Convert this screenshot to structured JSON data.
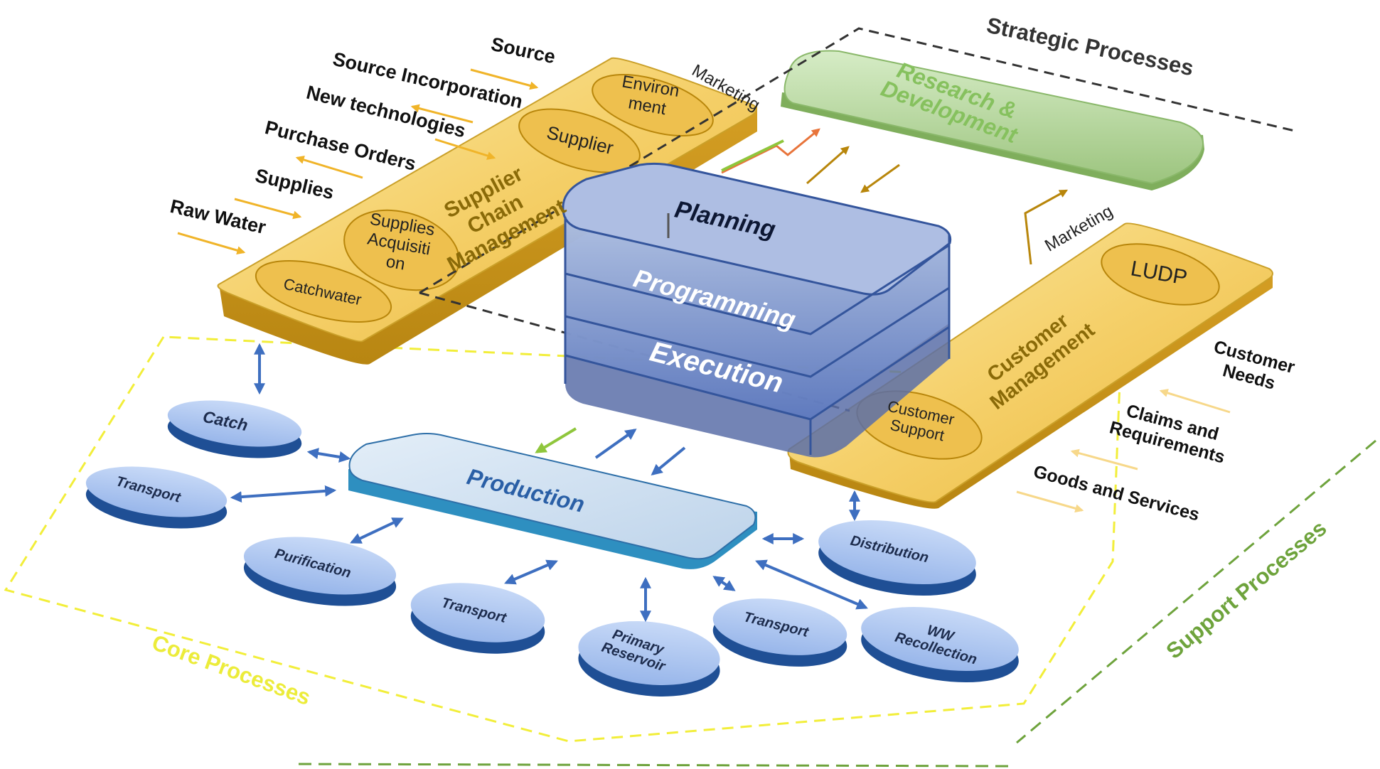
{
  "supplier": {
    "title": "Supplier Chain Management",
    "title_lines": [
      "Supplier",
      "Chain",
      "Management"
    ],
    "ellipses": {
      "environment": [
        "Environ",
        "ment"
      ],
      "supplier": "Supplier",
      "supplies_acquisition": [
        "Supplies",
        "Acquisiti",
        "on"
      ],
      "catchwater": "Catchwater"
    },
    "inputs": [
      "Source",
      "Source Incorporation",
      "New technologies",
      "Purchase Orders",
      "Supplies",
      "Raw Water"
    ]
  },
  "strategic": {
    "title": "Strategic Processes",
    "rd_lines": [
      "Research &",
      "Development"
    ],
    "marketing_top": "Marketing",
    "marketing_right": "Marketing"
  },
  "center": {
    "layers": [
      "Planning",
      "Programming",
      "Execution"
    ]
  },
  "customer": {
    "title_lines": [
      "Customer",
      "Management"
    ],
    "ludp": "LUDP",
    "support_lines": [
      "Customer",
      "Support"
    ],
    "inputs": {
      "needs": [
        "Customer",
        "Needs"
      ],
      "claims": [
        "Claims and",
        "Requirements"
      ],
      "goods": "Goods and Services"
    }
  },
  "production": "Production",
  "nodes": {
    "catch": "Catch",
    "transport_left": "Transport",
    "purification": "Purification",
    "transport_mid": "Transport",
    "primary_reservoir": [
      "Primary",
      "Reservoir"
    ],
    "transport_right": "Transport",
    "ww_recollection": [
      "WW",
      "Recollection"
    ],
    "distribution": "Distribution"
  },
  "labels": {
    "core": "Core Processes",
    "support": "Support Processes"
  },
  "colors": {
    "core_border": "#f2ee3a",
    "support_border": "#6ea33c",
    "strategic_border": "#333333",
    "gold_panel": "#f5d368",
    "gold_ellipse": "#eec04e",
    "rd_green": "#9cc47e",
    "node_blue": "#a9c4ef",
    "arrow_blue": "#3e6fc0",
    "arrow_orange": "#f0b429"
  }
}
